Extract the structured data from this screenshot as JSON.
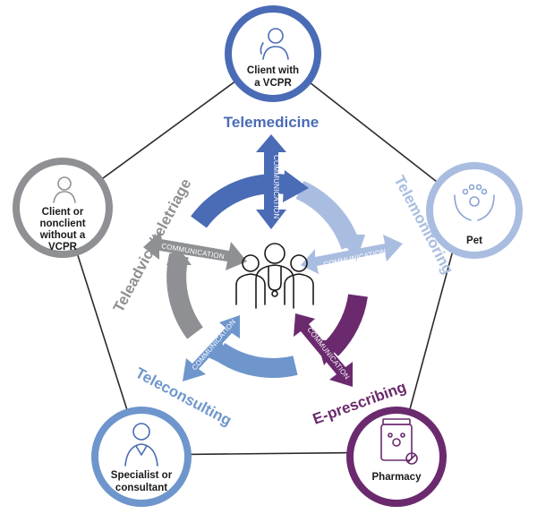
{
  "nodes": {
    "client_vcpr": {
      "line1": "Client with",
      "line2": "a VCPR"
    },
    "pet": {
      "line1": "Pet"
    },
    "pharmacy": {
      "line1": "Pharmacy"
    },
    "specialist": {
      "line1": "Specialist or",
      "line2": "consultant"
    },
    "client_no_vcpr": {
      "line1": "Client or",
      "line2": "nonclient",
      "line3": "without a",
      "line4": "VCPR"
    }
  },
  "categories": {
    "telemedicine": "Telemedicine",
    "telemonitoring": "Telemonitoring",
    "eprescribing": "E-prescribing",
    "teleconsulting": "Teleconsulting",
    "teleadvice": "Teleadvice/teletriage"
  },
  "arrows": {
    "top": "COMMUNICATION",
    "right": "COMMUNICATION",
    "bottom_right": "COMMUNICATION",
    "bottom_left": "COMMUNICATION",
    "left": "COMMUNICATION"
  },
  "colors": {
    "telemedicine": "#4a6bb5",
    "telemonitoring": "#a9bde0",
    "eprescribing": "#6b2a6e",
    "teleconsulting": "#6e96cc",
    "teleadvice": "#8e9093"
  }
}
